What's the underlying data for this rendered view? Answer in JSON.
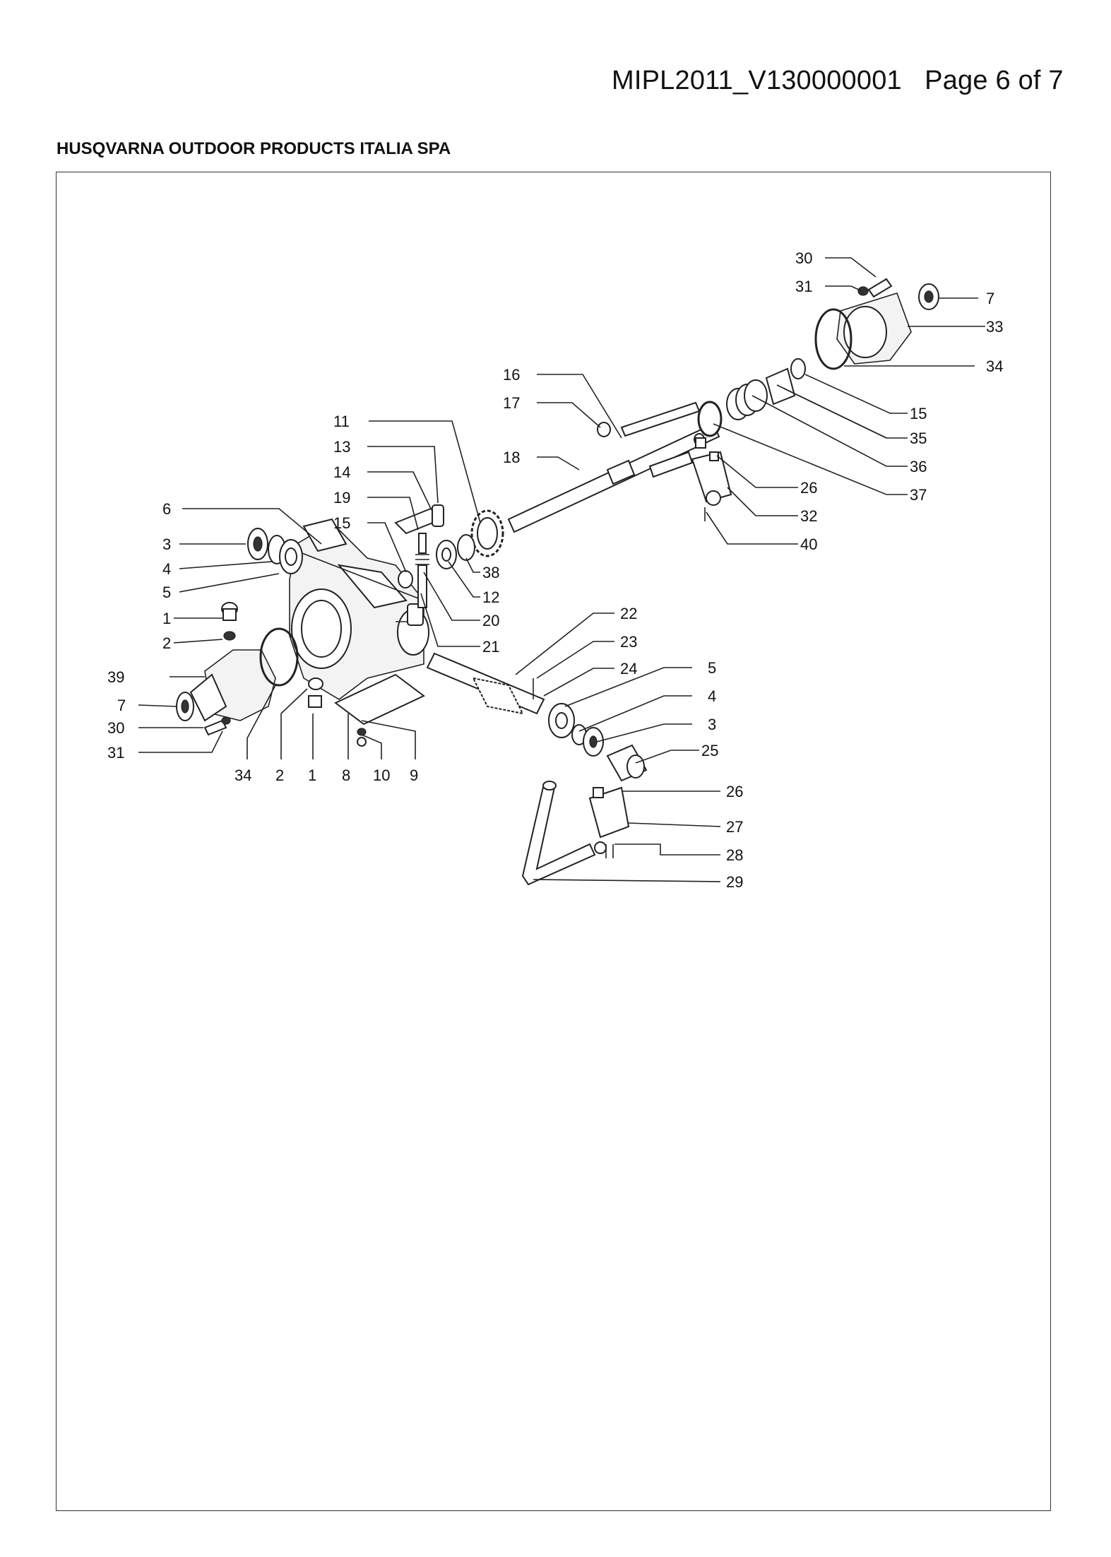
{
  "header": {
    "doc_id": "MIPL2011_V130000001",
    "page": "Page 6 of 7",
    "company": "HUSQVARNA OUTDOOR PRODUCTS ITALIA SPA"
  },
  "diagram": {
    "callouts": [
      "30",
      "31",
      "7",
      "33",
      "34",
      "16",
      "17",
      "15",
      "35",
      "18",
      "36",
      "26",
      "37",
      "11",
      "13",
      "32",
      "14",
      "19",
      "40",
      "6",
      "15",
      "38",
      "3",
      "12",
      "4",
      "5",
      "20",
      "1",
      "22",
      "21",
      "2",
      "23",
      "24",
      "5",
      "39",
      "4",
      "7",
      "30",
      "3",
      "31",
      "25",
      "34",
      "2",
      "1",
      "8",
      "10",
      "9",
      "26",
      "27",
      "28",
      "29"
    ]
  }
}
